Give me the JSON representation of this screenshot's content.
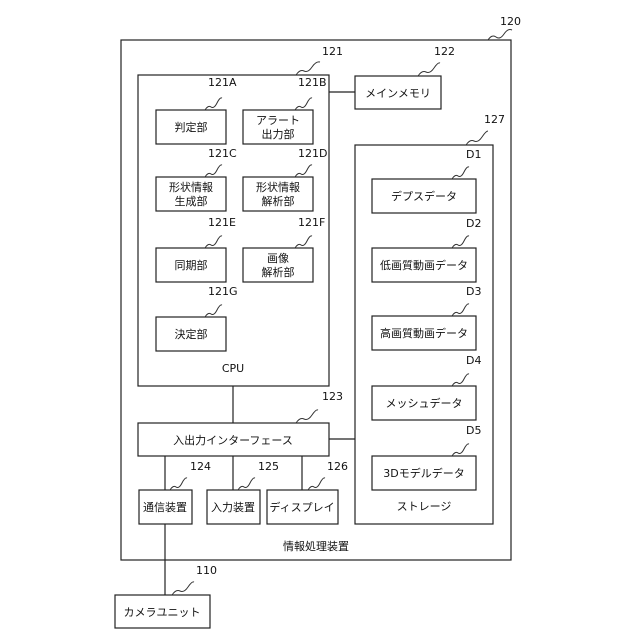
{
  "refs": {
    "r120": "120",
    "r121": "121",
    "r122": "122",
    "r123": "123",
    "r124": "124",
    "r125": "125",
    "r126": "126",
    "r127": "127",
    "r110": "110",
    "r121A": "121A",
    "r121B": "121B",
    "r121C": "121C",
    "r121D": "121D",
    "r121E": "121E",
    "r121F": "121F",
    "r121G": "121G",
    "rD1": "D1",
    "rD2": "D2",
    "rD3": "D3",
    "rD4": "D4",
    "rD5": "D5"
  },
  "labels": {
    "info_device": "情報処理装置",
    "cpu": "CPU",
    "judge": "判定部",
    "alert_l1": "アラート",
    "alert_l2": "出力部",
    "shape_gen_l1": "形状情報",
    "shape_gen_l2": "生成部",
    "shape_ana_l1": "形状情報",
    "shape_ana_l2": "解析部",
    "sync": "同期部",
    "image_ana_l1": "画像",
    "image_ana_l2": "解析部",
    "decide": "決定部",
    "main_memory": "メインメモリ",
    "storage": "ストレージ",
    "depth": "デプスデータ",
    "low_video": "低画質動画データ",
    "high_video": "高画質動画データ",
    "mesh": "メッシュデータ",
    "model3d": "3Dモデルデータ",
    "io": "入出力インターフェース",
    "comm": "通信装置",
    "input": "入力装置",
    "display": "ディスプレイ",
    "camera": "カメラユニット"
  }
}
